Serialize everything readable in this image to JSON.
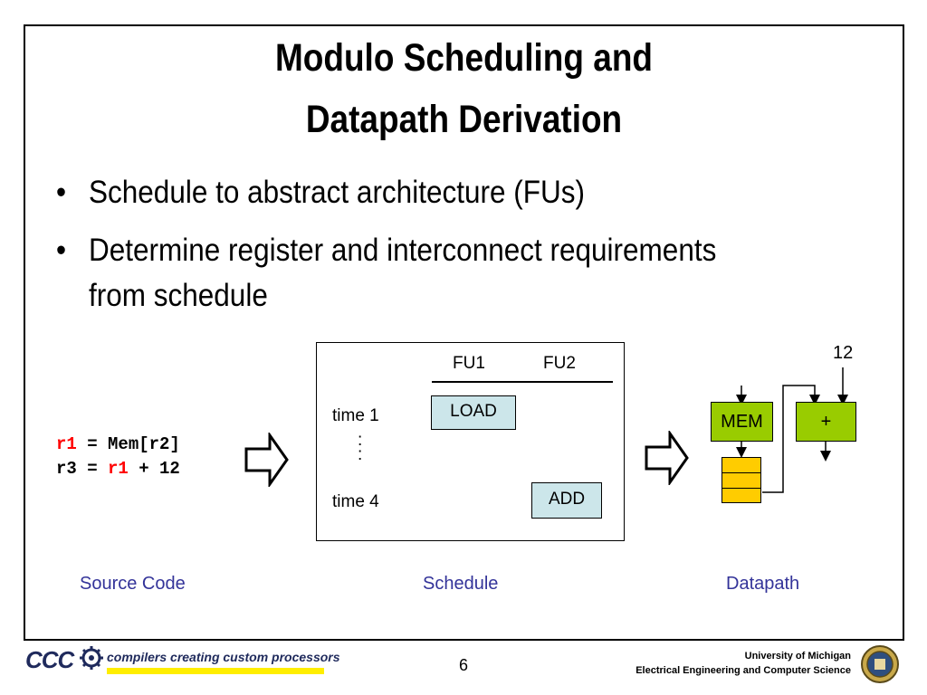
{
  "slide": {
    "title_line1": "Modulo Scheduling and",
    "title_line2": "Datapath Derivation",
    "bullets": [
      {
        "marker": "•",
        "text": "Schedule to abstract architecture (FUs)"
      },
      {
        "marker": "•",
        "text_line1": "Determine register and interconnect requirements",
        "text_line2": "from schedule"
      }
    ]
  },
  "source_code": {
    "line1": {
      "reg": "r1",
      "rest": " = Mem[r2]"
    },
    "line2": {
      "pre": "r3 = ",
      "reg": "r1",
      "post": " + 12"
    },
    "caption": "Source Code"
  },
  "schedule": {
    "headers": [
      "FU1",
      "FU2"
    ],
    "rows": [
      {
        "time": "time 1",
        "op": "LOAD"
      },
      {
        "time": "time 4",
        "op": "ADD"
      }
    ],
    "ellipsis": ":",
    "caption": "Schedule"
  },
  "datapath": {
    "mem_label": "MEM",
    "add_label": "+",
    "constant": "12",
    "caption": "Datapath",
    "colors": {
      "fu_fill": "#99cc00",
      "reg_fill": "#ffcc00"
    }
  },
  "footer": {
    "logo_text": "CCC",
    "tagline": "compilers creating custom processors",
    "page_number": "6",
    "university": "University of Michigan",
    "department": "Electrical Engineering and Computer Science"
  },
  "colors": {
    "caption": "#333399",
    "highlight": "#ff0000",
    "op_fill": "#cce6ea"
  }
}
